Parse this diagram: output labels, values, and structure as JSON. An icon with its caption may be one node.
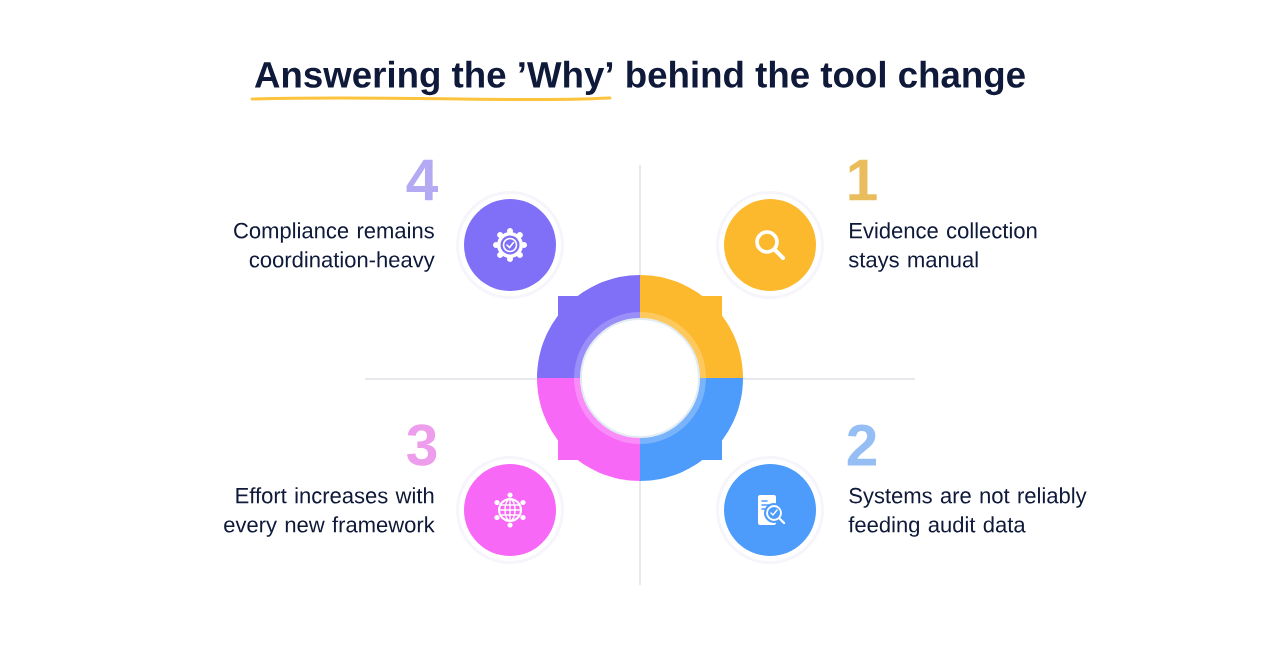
{
  "diagram": {
    "title": "Answering the ’Why’ behind the tool change",
    "nodes": [
      {
        "text": [],
        "shape": "circle",
        "beside": [
          "4",
          "Compliance remains coordination-heavy"
        ]
      },
      {
        "text": [],
        "shape": "circle",
        "beside": [
          "1",
          "Evidence collection stays manual"
        ]
      },
      {
        "text": [],
        "shape": "circle",
        "beside": [
          "3",
          "Effort increases with every new framework"
        ]
      },
      {
        "text": [],
        "shape": "circle",
        "beside": [
          "2",
          "Systems are not reliably feeding audit data"
        ]
      }
    ]
  }
}
